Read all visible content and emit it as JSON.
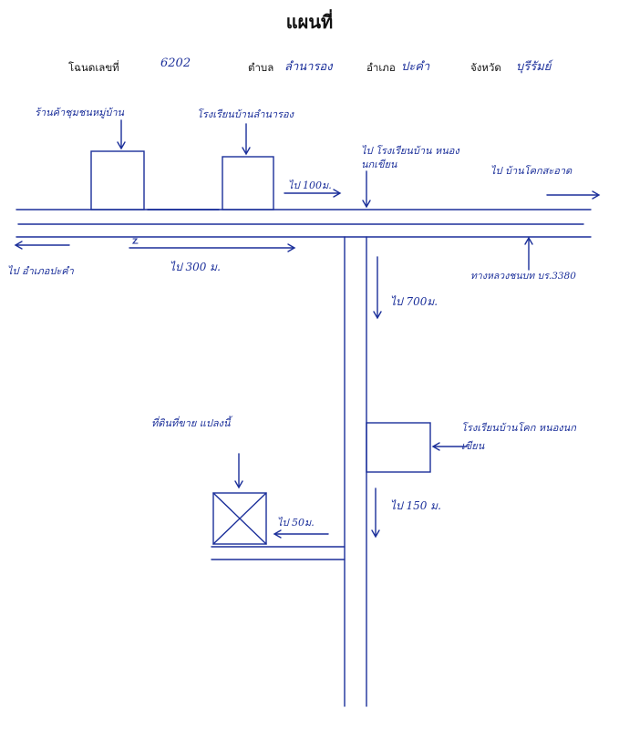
{
  "title": "แผนที่",
  "header": {
    "deed_label": "โฉนดเลขที่",
    "deed_value": "6202",
    "subdistrict_label": "ตำบล",
    "subdistrict_value": "ลำนารอง",
    "district_label": "อำเภอ",
    "district_value": "ปะคำ",
    "province_label": "จังหวัด",
    "province_value": "บุรีรัมย์"
  },
  "annotations": {
    "building1": "ร้านค้าชุมชนหมู่บ้าน",
    "building2": "โรงเรียนบ้านลำนารอง",
    "to_100m": "ไป 100ม.",
    "to_junction": "ไป โรงเรียนบ้าน หนองนกเขียน",
    "to_right": "ไป บ้านโคกสะอาด",
    "to_left": "ไป อำเภอปะคำ",
    "road_300m": "ไป 300 ม.",
    "road_number": "ทางหลวงชนบท บร.3380",
    "to_700m": "ไป 700ม.",
    "right_building": "โรงเรียนบ้านโคก หนองนกเขียน",
    "plot_label": "ที่ดินที่ขาย แปลงนี้",
    "to_50m": "ไป 50ม.",
    "to_150m": "ไป 150 ม."
  },
  "colors": {
    "ink": "#1b2f9a",
    "print": "#111111"
  }
}
